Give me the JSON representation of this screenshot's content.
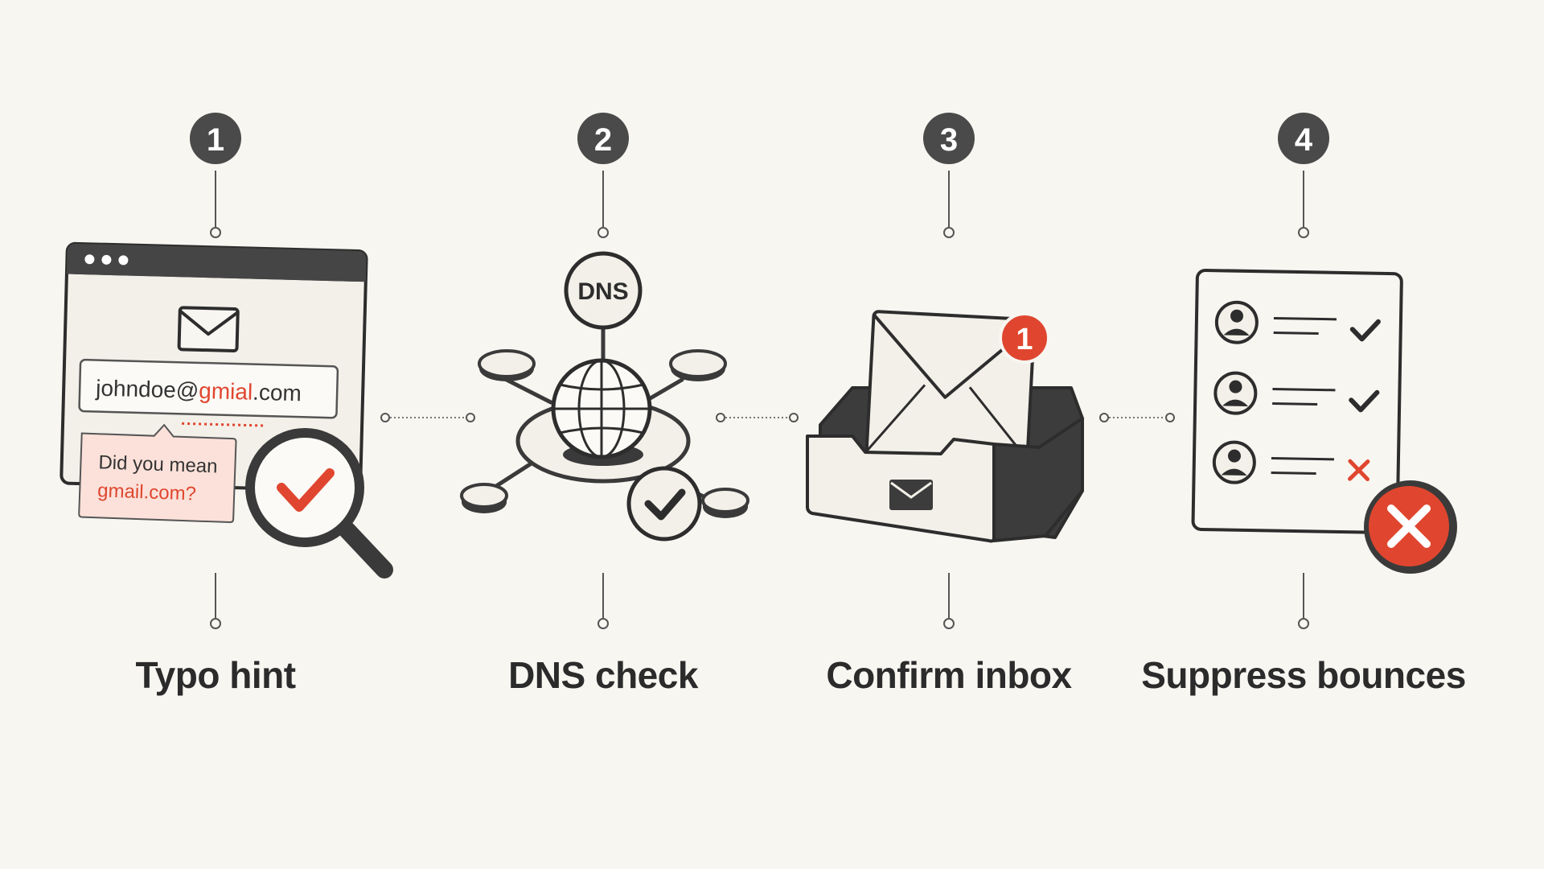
{
  "colors": {
    "background": "#f8f6f1",
    "ink": "#2d2d2d",
    "dark_gray": "#4a4a4a",
    "accent_red": "#e0462f",
    "hint_bg": "#fbe1d9",
    "panel": "#f3f0e9"
  },
  "steps": [
    {
      "number": "1",
      "label": "Typo hint",
      "icon": "magnifier-check-icon"
    },
    {
      "number": "2",
      "label": "DNS check",
      "icon": "dns-globe-network-icon"
    },
    {
      "number": "3",
      "label": "Confirm inbox",
      "icon": "inbox-tray-icon"
    },
    {
      "number": "4",
      "label": "Suppress bounces",
      "icon": "contact-list-reject-icon"
    }
  ],
  "typo_step": {
    "email_prefix": "johndoe@",
    "email_typo": "gmial",
    "email_suffix": ".com",
    "hint_line1": "Did you mean",
    "hint_line2": "gmail.com?"
  },
  "dns_step": {
    "node_label": "DNS"
  },
  "inbox_step": {
    "notification_count": "1"
  },
  "bounce_step": {
    "contacts": [
      {
        "status": "valid"
      },
      {
        "status": "valid"
      },
      {
        "status": "invalid"
      }
    ]
  }
}
